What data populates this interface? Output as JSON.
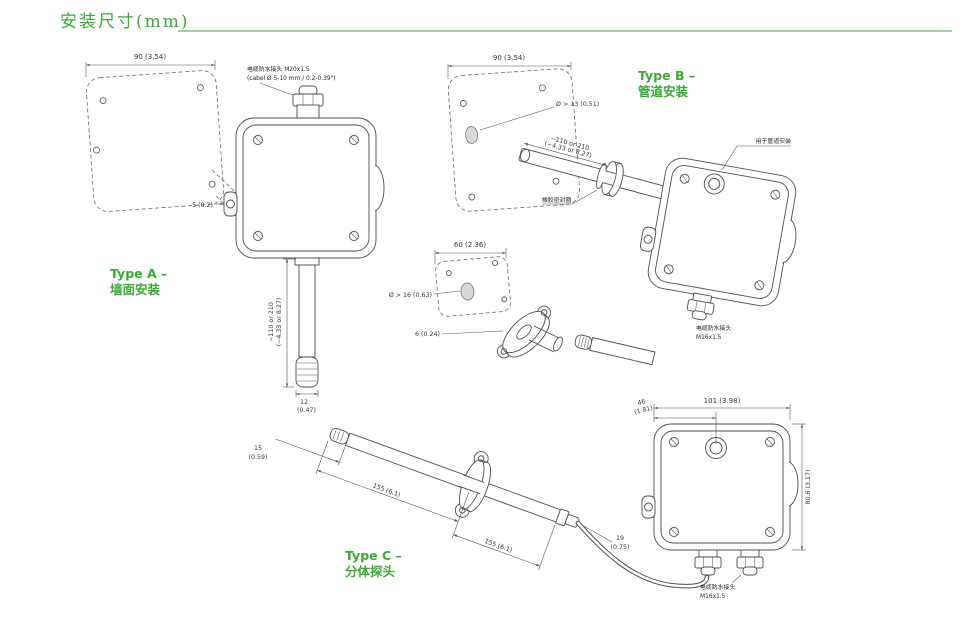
{
  "accent_color": "#3aaa35",
  "page": {
    "title": "安装尺寸(mm)"
  },
  "type_labels": {
    "a1": "Type A –",
    "a2": "墙面安装",
    "b1": "Type B –",
    "b2": "管道安装",
    "c1": "Type C –",
    "c2": "分体探头"
  },
  "callouts": {
    "gland_m20_1": "电缆防水接头 M20x1.5",
    "gland_m20_2": "(cabel Ø 5-10 mm / 0.2-0.39\")",
    "gland_m16_1": "电缆防水接头",
    "gland_m16_2": "M16x1.5",
    "duct_mount": "用于管道安装",
    "rubber_seal": "橡胶密封圈"
  },
  "dims": {
    "plate_width": "90 (3.54)",
    "tab_offset": "5 (0.2)",
    "probe_len_1": "~110 or 210",
    "probe_len_2": "(~4.33 or 8.27)",
    "tip_dia_1": "12",
    "tip_dia_2": "(0.47)",
    "hole_13": "Ø > 13 (0.51)",
    "bracket_width": "60 (2.36)",
    "hole_16": "Ø > 16 (0.63)",
    "flange_thk": "6 (0.24)",
    "tip_len_1": "15",
    "tip_len_2": "(0.59)",
    "seg_len": "155 (6.1)",
    "gland_len_1": "19",
    "gland_len_2": "(0.75)",
    "housing_depth_1": "46",
    "housing_depth_2": "(1.81)",
    "housing_width": "101 (3.98)",
    "housing_height": "80.6 (3.17)"
  }
}
